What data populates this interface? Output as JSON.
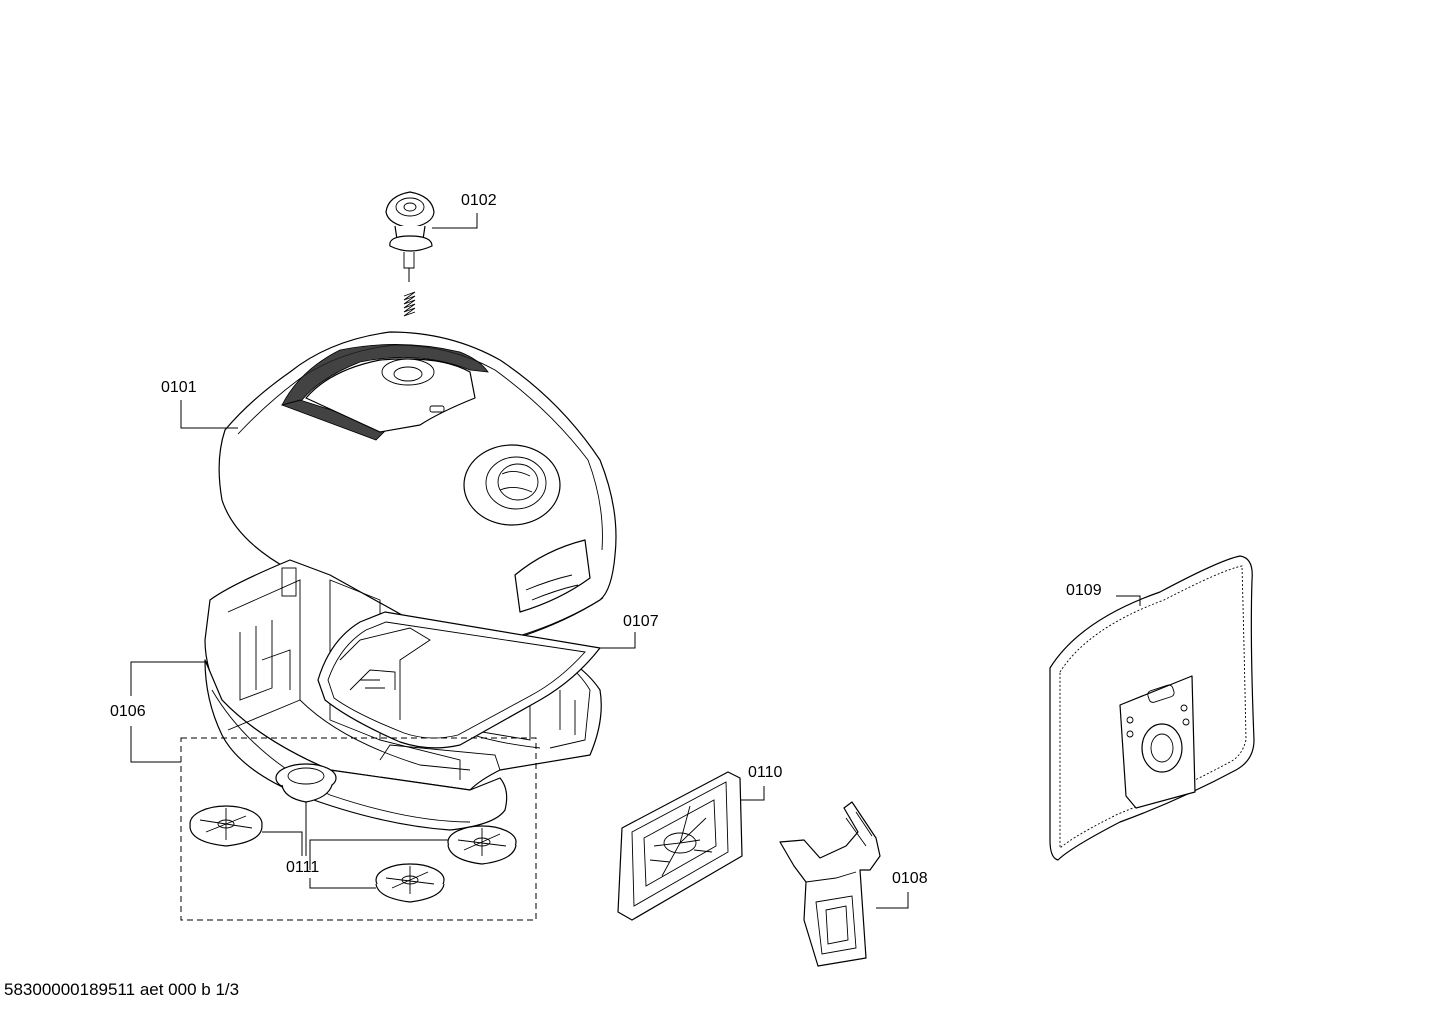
{
  "callouts": {
    "p0101": "0101",
    "p0102": "0102",
    "p0106": "0106",
    "p0107": "0107",
    "p0108": "0108",
    "p0109": "0109",
    "p0110": "0110",
    "p0111": "0111"
  },
  "footer": "58300000189511 aet 000 b 1/3"
}
